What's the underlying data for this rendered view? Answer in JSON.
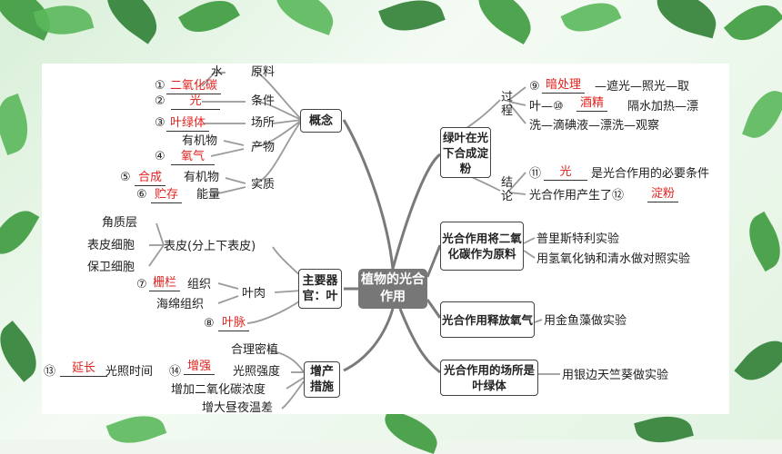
{
  "center": "植物的光合作用",
  "left": {
    "concept": {
      "label": "概念",
      "items": [
        {
          "key": "原料",
          "num": "①",
          "ans": "二氧化碳",
          "pre": "水"
        },
        {
          "key": "条件",
          "num": "②",
          "ans": "光"
        },
        {
          "key": "场所",
          "num": "③",
          "ans": "叶绿体"
        },
        {
          "key": "产物",
          "num": "④",
          "ans": "氧气",
          "pre": "有机物"
        },
        {
          "key": "实质",
          "num": "⑤",
          "ans": "合成",
          "post": "有机物"
        },
        {
          "key": "",
          "num": "⑥",
          "ans": "贮存",
          "post": "能量"
        }
      ]
    },
    "organ": {
      "label": "主要器官：叶",
      "epidermis": "表皮(分上下表皮)",
      "epi_parts": [
        "角质层",
        "表皮细胞",
        "保卫细胞"
      ],
      "mesophyll": "叶肉",
      "num7": "⑦",
      "ans7": "栅栏",
      "post7": "组织",
      "spongy": "海绵组织",
      "num8": "⑧",
      "ans8": "叶脉"
    },
    "yield": {
      "label": "增产措施",
      "items": [
        "合理密植",
        "光照强度",
        "增加二氧化碳浓度",
        "增大昼夜温差"
      ],
      "num13": "⑬",
      "ans13": "延长",
      "post13": "光照时间",
      "num14": "⑭",
      "ans14": "增强"
    }
  },
  "right": {
    "b1": {
      "label": "绿叶在光下合成淀粉",
      "process_label": "过程",
      "num9": "⑨",
      "ans9": "暗处理",
      "post9": "—遮光—照光—取",
      "pre10": "叶—⑩",
      "ans10": "酒精",
      "post10": "隔水加热—漂",
      "line3": "洗—滴碘液—漂洗—观察",
      "concl_label": "结论",
      "num11": "⑪",
      "ans11": "光",
      "post11": "是光合作用的必要条件",
      "pre12": "光合作用产生了⑫",
      "ans12": "淀粉"
    },
    "b2": {
      "label": "光合作用将二氧化碳作为原料",
      "items": [
        "普里斯特利实验",
        "用氢氧化钠和清水做对照实验"
      ]
    },
    "b3": {
      "label": "光合作用释放氧气",
      "item": "用金鱼藻做实验"
    },
    "b4": {
      "label": "光合作用的场所是叶绿体",
      "item": "用银边天竺葵做实验"
    }
  }
}
